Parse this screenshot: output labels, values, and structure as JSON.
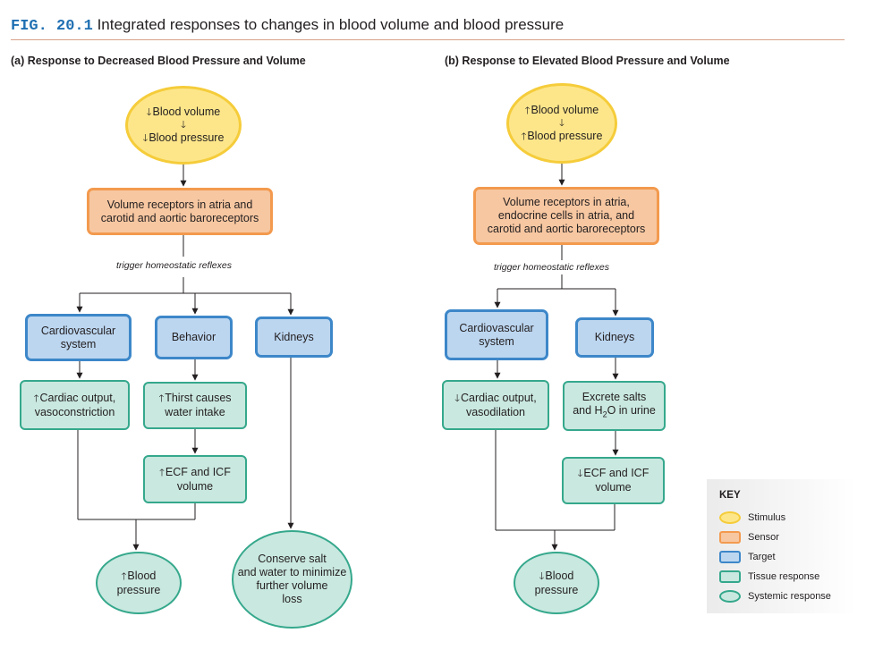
{
  "figure": {
    "label": "FIG. 20.1",
    "title": "Integrated responses to changes in blood volume and blood pressure"
  },
  "panel_a": {
    "title": "(a) Response to Decreased Blood Pressure and Volume",
    "stimulus": {
      "line1": "Blood volume",
      "line2": "Blood pressure",
      "direction": "down"
    },
    "sensor": {
      "lines": [
        "Volume receptors in atria and",
        "carotid and aortic baroreceptors"
      ]
    },
    "note": "trigger homeostatic reflexes",
    "targets": {
      "cardio": {
        "lines": [
          "Cardiovascular",
          "system"
        ]
      },
      "behavior": {
        "label": "Behavior"
      },
      "kidneys": {
        "label": "Kidneys"
      }
    },
    "tissue": {
      "cardiac": {
        "line1": "Cardiac output,",
        "line2": "vasoconstriction",
        "direction": "up"
      },
      "thirst": {
        "line1": "Thirst causes",
        "line2": "water intake",
        "direction": "up"
      },
      "ecf": {
        "line1": "ECF and ICF",
        "line2": "volume",
        "direction": "up"
      }
    },
    "systemic": {
      "bp": {
        "line1": "Blood",
        "line2": "pressure",
        "direction": "up"
      },
      "conserve": {
        "lines": [
          "Conserve salt",
          "and water to minimize",
          "further volume",
          "loss"
        ]
      }
    }
  },
  "panel_b": {
    "title": "(b) Response to Elevated Blood Pressure and Volume",
    "stimulus": {
      "line1": "Blood volume",
      "line2": "Blood pressure",
      "direction": "up"
    },
    "sensor": {
      "lines": [
        "Volume receptors in atria,",
        "endocrine cells in atria, and",
        "carotid and aortic baroreceptors"
      ]
    },
    "note": "trigger homeostatic reflexes",
    "targets": {
      "cardio": {
        "lines": [
          "Cardiovascular",
          "system"
        ]
      },
      "kidneys": {
        "label": "Kidneys"
      }
    },
    "tissue": {
      "cardiac": {
        "line1": "Cardiac output,",
        "line2": "vasodilation",
        "direction": "down"
      },
      "excrete": {
        "line1": "Excrete salts",
        "line2_pre": "and H",
        "line2_sub": "2",
        "line2_post": "O in urine"
      },
      "ecf": {
        "line1": "ECF and ICF",
        "line2": "volume",
        "direction": "down"
      }
    },
    "systemic": {
      "bp": {
        "line1": "Blood",
        "line2": "pressure",
        "direction": "down"
      }
    }
  },
  "key": {
    "title": "KEY",
    "items": [
      {
        "label": "Stimulus",
        "kind": "stim"
      },
      {
        "label": "Sensor",
        "kind": "sens"
      },
      {
        "label": "Target",
        "kind": "tgt"
      },
      {
        "label": "Tissue response",
        "kind": "tis"
      },
      {
        "label": "Systemic response",
        "kind": "sys"
      }
    ]
  },
  "arrows": {
    "up": "🡑",
    "down": "🡓"
  },
  "colors": {
    "stimulus_fill": "#fde68a",
    "stimulus_border": "#f5cc3a",
    "sensor_fill": "#f7c7a1",
    "sensor_border": "#f39a4e",
    "target_fill": "#bcd6f0",
    "target_border": "#3d87c9",
    "response_fill": "#c9e8df",
    "response_border": "#35a88c",
    "figure_label": "#1f6fb2",
    "title_rule": "#d8a38a"
  }
}
